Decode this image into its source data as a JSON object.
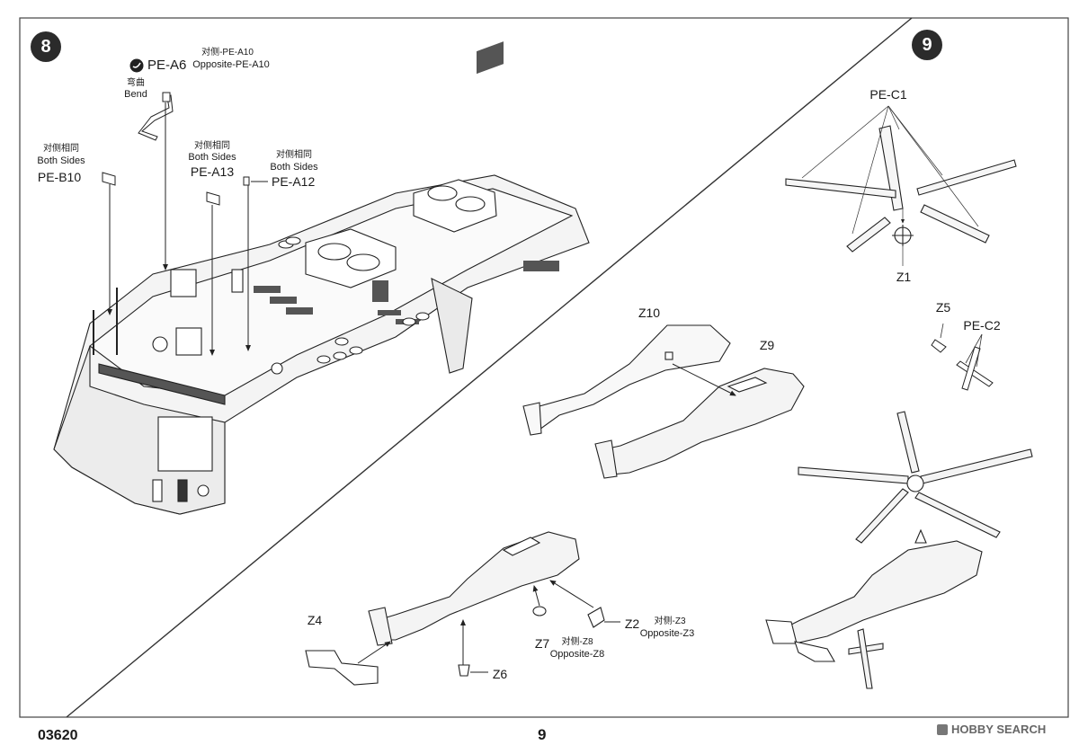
{
  "steps": {
    "step8": "8",
    "step9": "9"
  },
  "labels": {
    "pe_a6": "PE-A6",
    "bend_cn": "弯曲",
    "bend": "Bend",
    "pe_a10_cn": "对侧-PE-A10",
    "pe_a10_opp": "Opposite-PE-A10",
    "both_sides_cn_1": "对侧相同",
    "both_sides_1": "Both Sides",
    "pe_b10": "PE-B10",
    "both_sides_cn_2": "对侧相同",
    "both_sides_2": "Both Sides",
    "pe_a13": "PE-A13",
    "both_sides_cn_3": "对侧相同",
    "both_sides_3": "Both Sides",
    "pe_a12": "PE-A12",
    "pe_c1": "PE-C1",
    "z1": "Z1",
    "z5": "Z5",
    "pe_c2": "PE-C2",
    "z10": "Z10",
    "z9": "Z9",
    "z4": "Z4",
    "z7": "Z7",
    "z8_cn": "对侧-Z8",
    "z8_opp": "Opposite-Z8",
    "z6": "Z6",
    "z2": "Z2",
    "z3_cn": "对侧-Z3",
    "z3_opp": "Opposite-Z3"
  },
  "footer": {
    "code": "03620",
    "page": "9",
    "watermark": "HOBBY SEARCH"
  },
  "icons": {
    "bend": "bend-arrow-icon",
    "watermark": "hobby-search-logo-icon"
  }
}
